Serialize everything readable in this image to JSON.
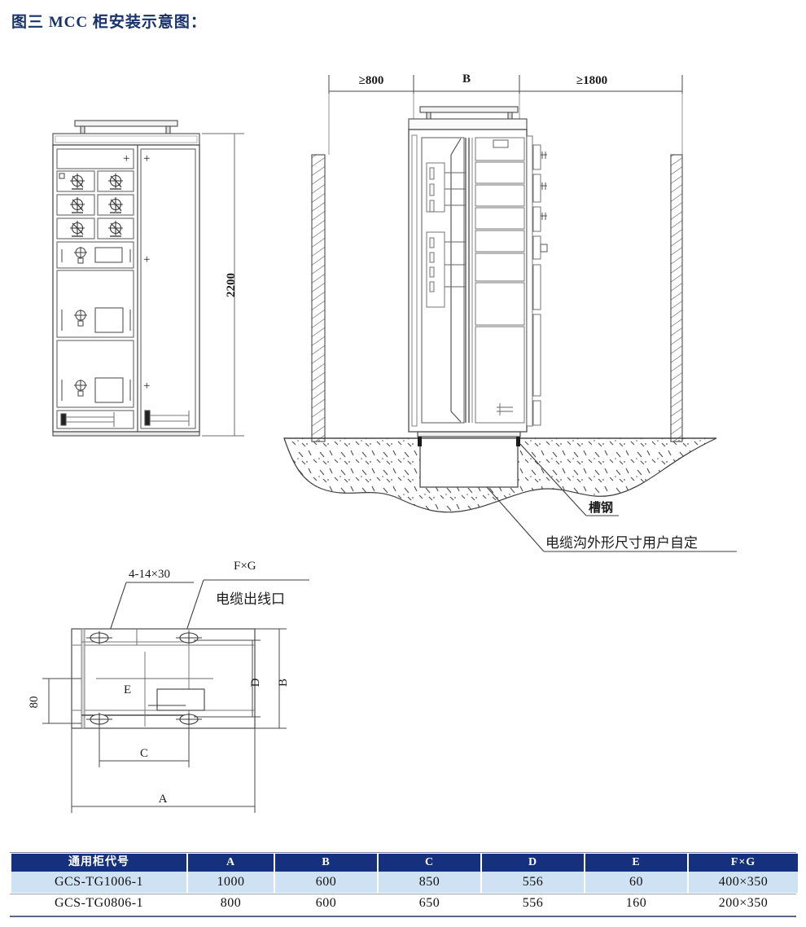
{
  "title": "图三  MCC 柜安装示意图：",
  "front_view": {
    "height_dim": "2200",
    "plus_marks": [
      "+",
      "+",
      "+",
      "+",
      "+",
      "+"
    ]
  },
  "section_view": {
    "left_clearance": "≥800",
    "cabinet_width_label": "B",
    "right_clearance": "≥1800",
    "annotations": [
      {
        "id": "channel-steel",
        "label": "槽钢"
      },
      {
        "id": "cable-trench",
        "label": "电缆沟外形尺寸用户自定"
      }
    ]
  },
  "plan_view": {
    "hole_label": "4-14×30",
    "outlet_label_top": "F×G",
    "outlet_label_bottom": "电缆出线口",
    "dim_a": "A",
    "dim_b": "B",
    "dim_c": "C",
    "dim_d": "D",
    "dim_e": "E",
    "dim_80": "80"
  },
  "spec_table": {
    "headers": [
      "通用柜代号",
      "A",
      "B",
      "C",
      "D",
      "E",
      "F×G"
    ],
    "rows": [
      [
        "GCS-TG1006-1",
        "1000",
        "600",
        "850",
        "556",
        "60",
        "400×350"
      ],
      [
        "GCS-TG0806-1",
        "800",
        "600",
        "650",
        "556",
        "160",
        "200×350"
      ]
    ]
  },
  "colors": {
    "title": "#17316b",
    "table_header_bg": "#15307c",
    "table_row_alt_bg": "#cfe2f3",
    "line": "#4a4a4a"
  }
}
